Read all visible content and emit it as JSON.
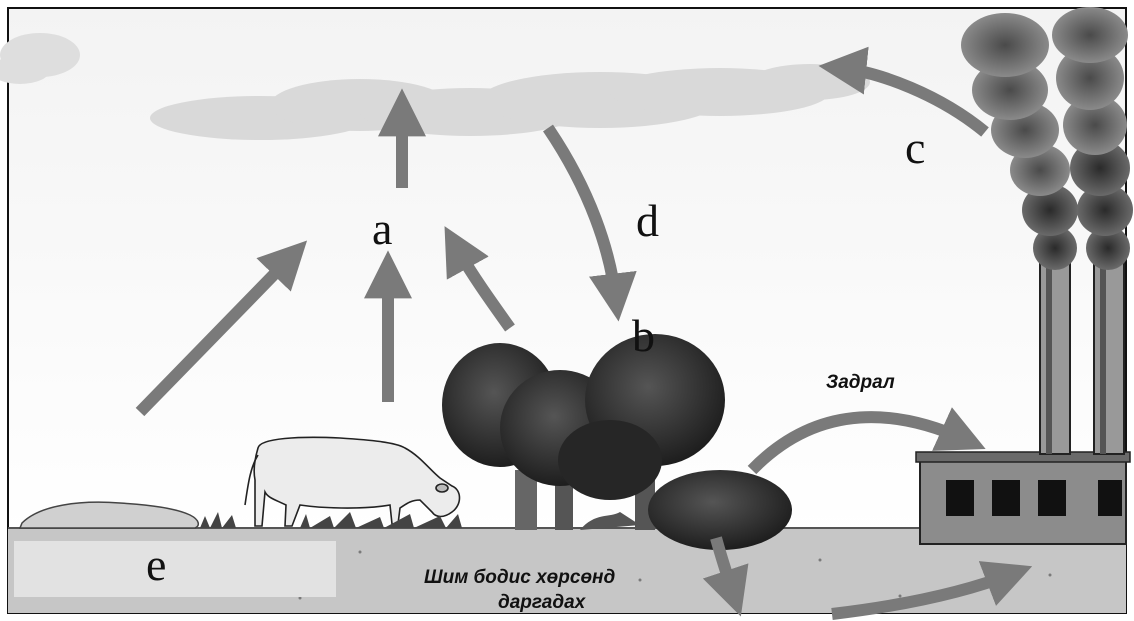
{
  "labels": {
    "a": "a",
    "b": "b",
    "c": "c",
    "d": "d",
    "e": "e"
  },
  "captions": {
    "decay": "Задрал",
    "soil_line1": "Шим бодис хөрсөнд",
    "soil_line2": "даргадах"
  },
  "colors": {
    "arrow": "#7a7a7a",
    "smoke_dark": "#3a3a3a",
    "tree_dark": "#2e2e2e",
    "ground": "#c9c9c9",
    "cloud": "#dcdcdc"
  }
}
